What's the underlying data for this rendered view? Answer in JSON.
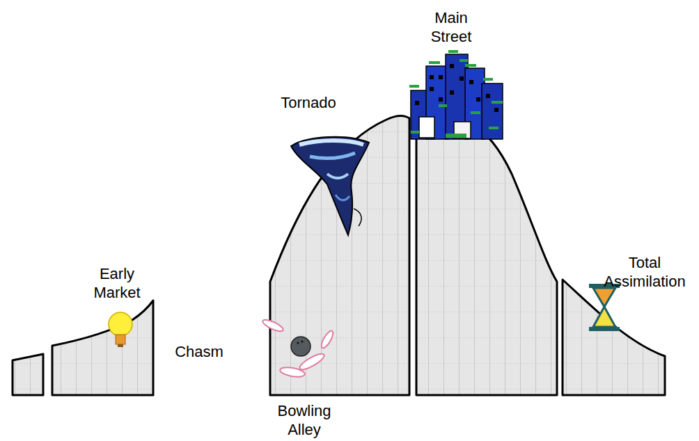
{
  "diagram": {
    "labels": [
      "Main Street",
      "Tornado",
      "Early Market",
      "Chasm",
      "Total Assimilation",
      "Bowling Alley"
    ]
  }
}
